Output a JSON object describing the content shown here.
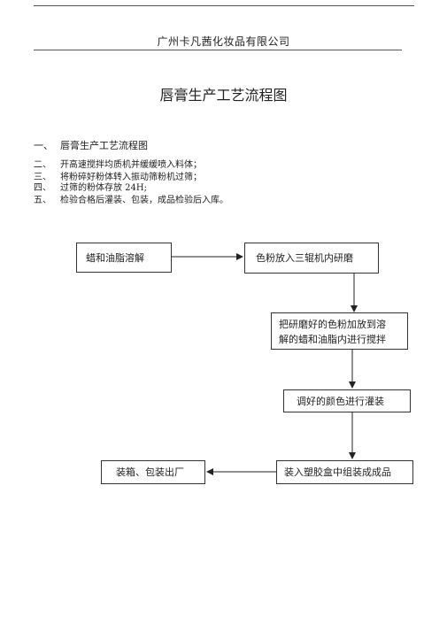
{
  "header": {
    "company": "广州卡凡茜化妆品有限公司"
  },
  "document": {
    "title": "唇膏生产工艺流程图",
    "section": {
      "num": "一、",
      "text": "唇膏生产工艺流程图"
    },
    "steps": [
      {
        "num": "二、",
        "text": "开高速搅拌均质机并缓缓喷入料体；"
      },
      {
        "num": "三、",
        "text": "将粉碎好粉体转入振动筛粉机过筛；"
      },
      {
        "num": "四、",
        "text": "过筛的粉体存放    24H;"
      },
      {
        "num": "五、",
        "text": "检验合格后灌装、包装，成品检验后入库。"
      }
    ]
  },
  "flowchart": {
    "box1": "蜡和油脂溶解",
    "box2": "色粉放入三辊机内研磨",
    "box3_line1": "把研磨好的色粉加放到溶",
    "box3_line2": "解的蜡和油脂内进行搅拌",
    "box4": "调好的颜色进行灌装",
    "box5": "装入塑胶盒中组装成成品",
    "box6": "装箱、包装出厂"
  }
}
